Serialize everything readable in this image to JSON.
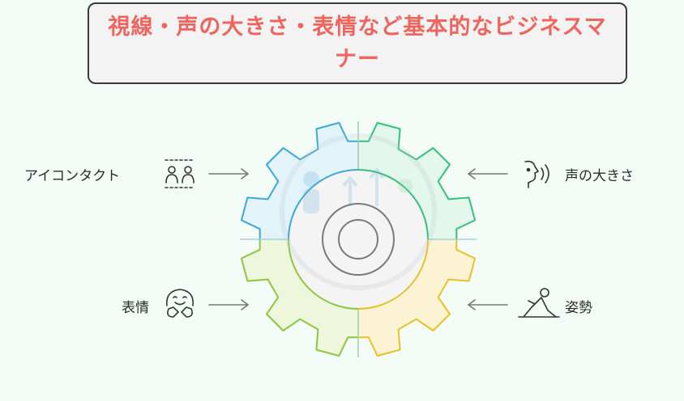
{
  "title": "視線・声の大きさ・表情など基本的なビジネスマナー",
  "items": {
    "top_left": {
      "label": "アイコンタクト",
      "icon": "eye-contact-people-icon"
    },
    "top_right": {
      "label": "声の大きさ",
      "icon": "speaking-voice-icon"
    },
    "bottom_left": {
      "label": "表情",
      "icon": "smiling-face-icon"
    },
    "bottom_right": {
      "label": "姿勢",
      "icon": "posture-stretch-icon"
    }
  },
  "colors": {
    "title_text": "#f0645e",
    "top_left": "#3aa9d6",
    "top_right": "#35c07c",
    "bottom_left": "#8dc63f",
    "bottom_right": "#e6c229",
    "center": "#7a7a7a"
  }
}
